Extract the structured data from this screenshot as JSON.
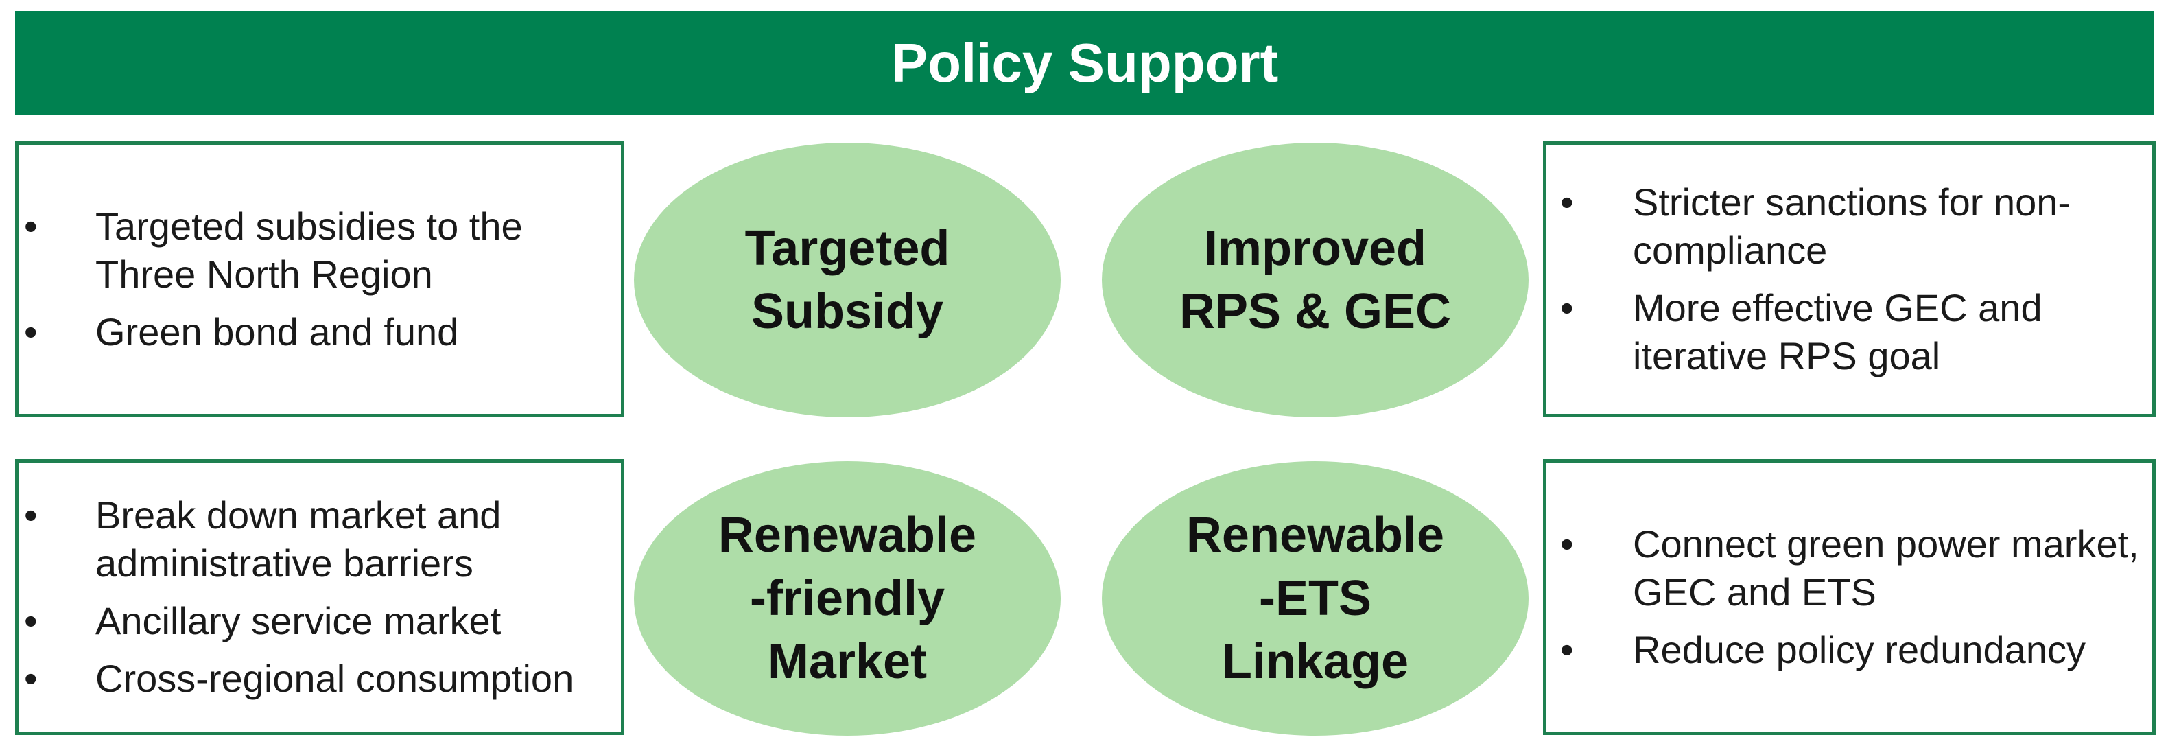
{
  "banner": {
    "title": "Policy Support"
  },
  "colors": {
    "banner": "#008150",
    "ellipse": "#aedda8",
    "border": "#1e8050"
  },
  "ellipses": {
    "top_left": {
      "label": "Targeted\nSubsidy"
    },
    "top_right": {
      "label": "Improved\nRPS & GEC"
    },
    "bottom_left": {
      "label": "Renewable\n-friendly\nMarket"
    },
    "bottom_right": {
      "label": "Renewable\n-ETS\nLinkage"
    }
  },
  "boxes": {
    "top_left": {
      "items": [
        {
          "bullet": "•",
          "text": "Targeted subsidies to the Three North Region"
        },
        {
          "bullet": "•",
          "text": "Green bond and fund"
        }
      ]
    },
    "bottom_left": {
      "items": [
        {
          "bullet": "•",
          "text": "Break down market and administrative barriers"
        },
        {
          "bullet": "•",
          "text": "Ancillary service market"
        },
        {
          "bullet": "•",
          "text": "Cross-regional consumption"
        }
      ]
    },
    "top_right": {
      "items": [
        {
          "bullet": "•",
          "text": "Stricter sanctions for non-compliance"
        },
        {
          "bullet": "•",
          "text": "More effective GEC and iterative RPS goal"
        }
      ]
    },
    "bottom_right": {
      "items": [
        {
          "bullet": "•",
          "text": "Connect green power market, GEC and ETS"
        },
        {
          "bullet": "•",
          "text": "Reduce policy redundancy"
        }
      ]
    }
  }
}
